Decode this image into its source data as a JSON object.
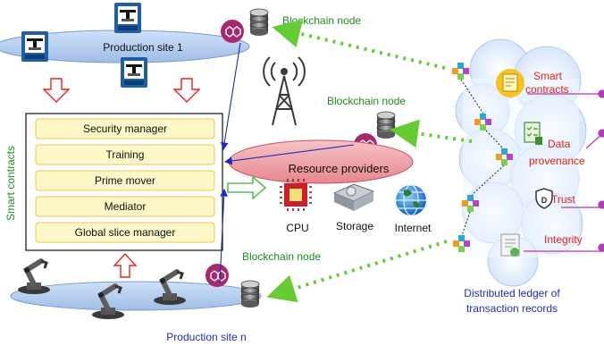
{
  "sites": {
    "top_label": "Production site 1",
    "bottom_label": "Production site n"
  },
  "smart_contracts_side_label": "Smart contracts",
  "modules": [
    "Security manager",
    "Training",
    "Prime mover",
    "Mediator",
    "Global slice manager"
  ],
  "resource_providers": {
    "label": "Resource providers",
    "resources": [
      "CPU",
      "Storage",
      "Internet"
    ]
  },
  "blockchain_nodes": [
    "Blockchain node",
    "Blockchain node",
    "Blockchain node"
  ],
  "ledger": {
    "caption_line1": "Distributed ledger of",
    "caption_line2": "transaction records",
    "features": [
      {
        "line1": "Smart",
        "line2": "contracts"
      },
      {
        "line1": "Data",
        "line2": "provenance"
      },
      {
        "line1": "Trust",
        "line2": ""
      },
      {
        "line1": "Integrity",
        "line2": ""
      }
    ]
  },
  "colors": {
    "site_ellipse": "#b4cdee",
    "resource_ellipse": "#ee9aa0",
    "module_fill": "#fdf6c7",
    "module_border": "#e6c85a",
    "arrow_red": "#e8231d",
    "arrow_green": "#52c452",
    "dotted_green": "#66cc33",
    "connector_blue": "#1f2bbf",
    "label_green": "#1c8e1c",
    "label_red": "#e0201a",
    "cloud": "#d9e8ff",
    "purple": "#b03ab8"
  },
  "icons": [
    "3d-printer-icon",
    "robot-arm-icon",
    "radio-tower-icon",
    "database-icon",
    "blockchain-chain-icon",
    "cpu-chip-icon",
    "storage-disk-icon",
    "internet-globe-icon",
    "cube-cluster-icon",
    "certificate-icon",
    "checklist-icon",
    "shield-icon",
    "document-icon"
  ]
}
